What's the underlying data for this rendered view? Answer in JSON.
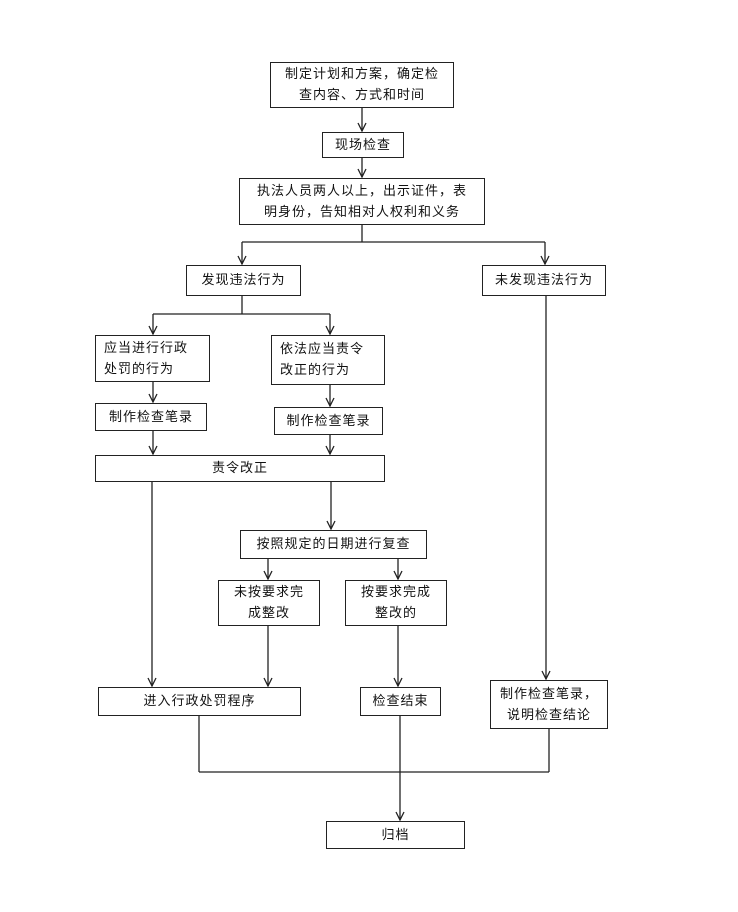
{
  "flowchart": {
    "plan": "制定计划和方案，确定检\n查内容、方式和时间",
    "onsite": "现场检查",
    "officers": "执法人员两人以上，出示证件，表\n明身份，告知相对人权利和义务",
    "found": "发现违法行为",
    "not_found": "未发现违法行为",
    "should_punish": "应当进行行政\n处罚的行为",
    "should_correct": "依法应当责令\n改正的行为",
    "record_left": "制作检查笔录",
    "record_mid": "制作检查笔录",
    "order_correct": "责令改正",
    "recheck": "按照规定的日期进行复查",
    "not_done": "未按要求完\n成整改",
    "done": "按要求完成\n整改的",
    "penalty": "进入行政处罚程序",
    "end": "检查结束",
    "record_conclusion": "制作检查笔录，\n说明检查结论",
    "archive": "归档"
  }
}
